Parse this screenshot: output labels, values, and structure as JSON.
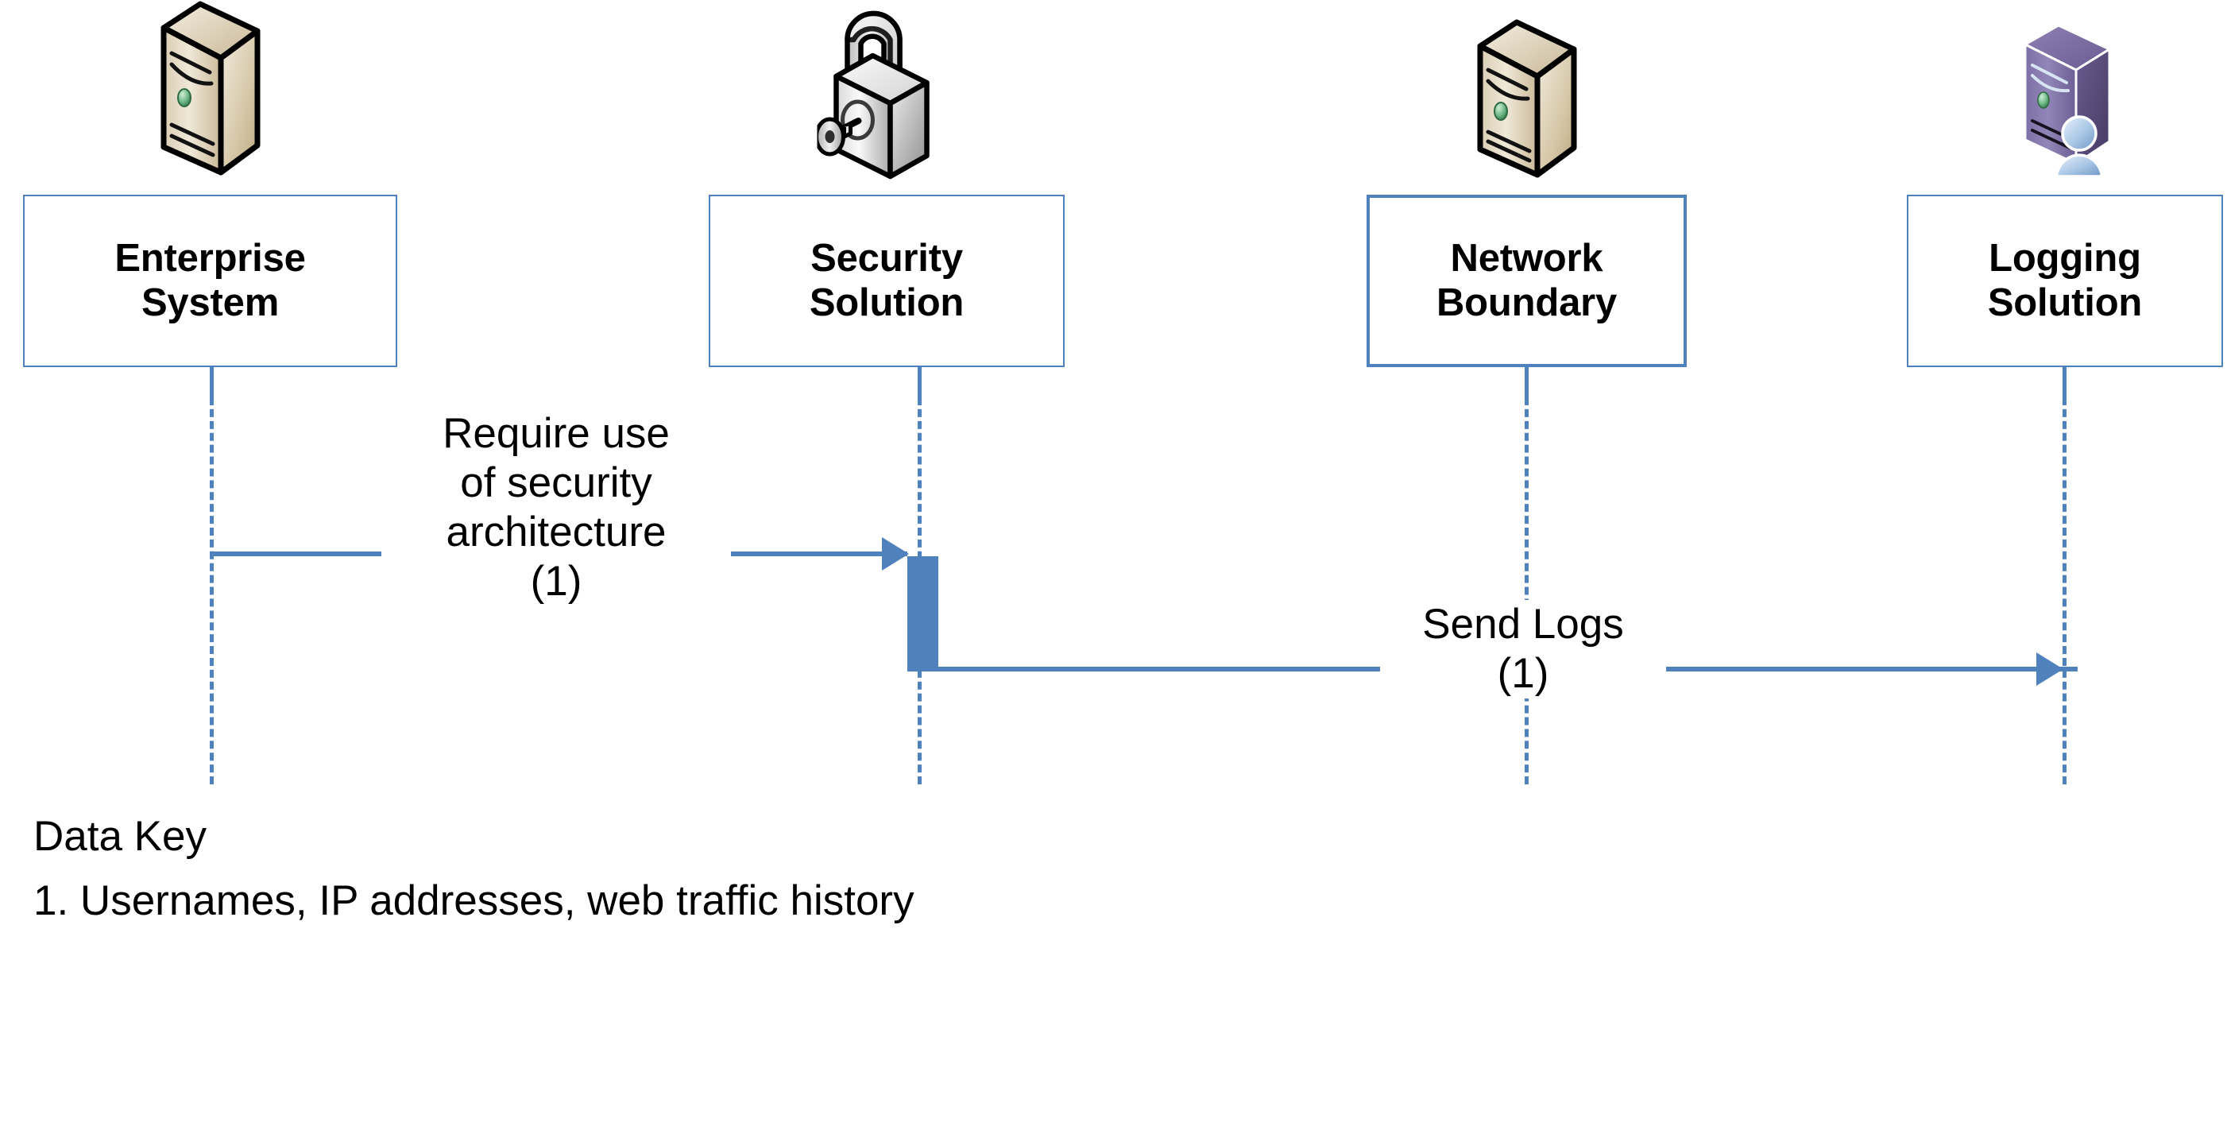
{
  "diagram": {
    "type": "uml-sequence-diagram",
    "background_color": "#FFFFFF",
    "accent_color": "#4F81BD",
    "text_color": "#000000"
  },
  "participants": [
    {
      "id": "enterprise-system",
      "name": "Enterprise\nSystem",
      "name_line1": "Enterprise",
      "name_line2": "System",
      "icon": "server-tower-icon",
      "icon_color": "#C9B896",
      "border_weight": "normal"
    },
    {
      "id": "security-solution",
      "name": "Security\nSolution",
      "name_line1": "Security",
      "name_line2": "Solution",
      "icon": "padlock-with-key-icon",
      "icon_color": "#C8C8C8",
      "border_weight": "normal"
    },
    {
      "id": "network-boundary",
      "name": "Network\nBoundary",
      "name_line1": "Network",
      "name_line2": "Boundary",
      "icon": "server-tower-icon",
      "icon_color": "#C9B896",
      "border_weight": "thick"
    },
    {
      "id": "logging-solution",
      "name": "Logging\nSolution",
      "name_line1": "Logging",
      "name_line2": "Solution",
      "icon": "server-tower-with-user-icon",
      "icon_color": "#6B5B95",
      "border_weight": "normal"
    }
  ],
  "messages": [
    {
      "id": "message-1",
      "label": "Require use\nof security\narchitecture\n(1)",
      "from": "enterprise-system",
      "to": "security-solution",
      "data_key_ref": "1",
      "direction": "right"
    },
    {
      "id": "message-2",
      "label": "Send Logs\n(1)",
      "from": "security-solution",
      "to": "logging-solution",
      "data_key_ref": "1",
      "direction": "right"
    }
  ],
  "activations": [
    {
      "id": "activation-security-solution",
      "participant": "security-solution"
    }
  ],
  "legend": {
    "title": "Data Key",
    "entries": [
      {
        "number": "1.",
        "text": "1. Usernames, IP addresses, web traffic history"
      }
    ]
  }
}
